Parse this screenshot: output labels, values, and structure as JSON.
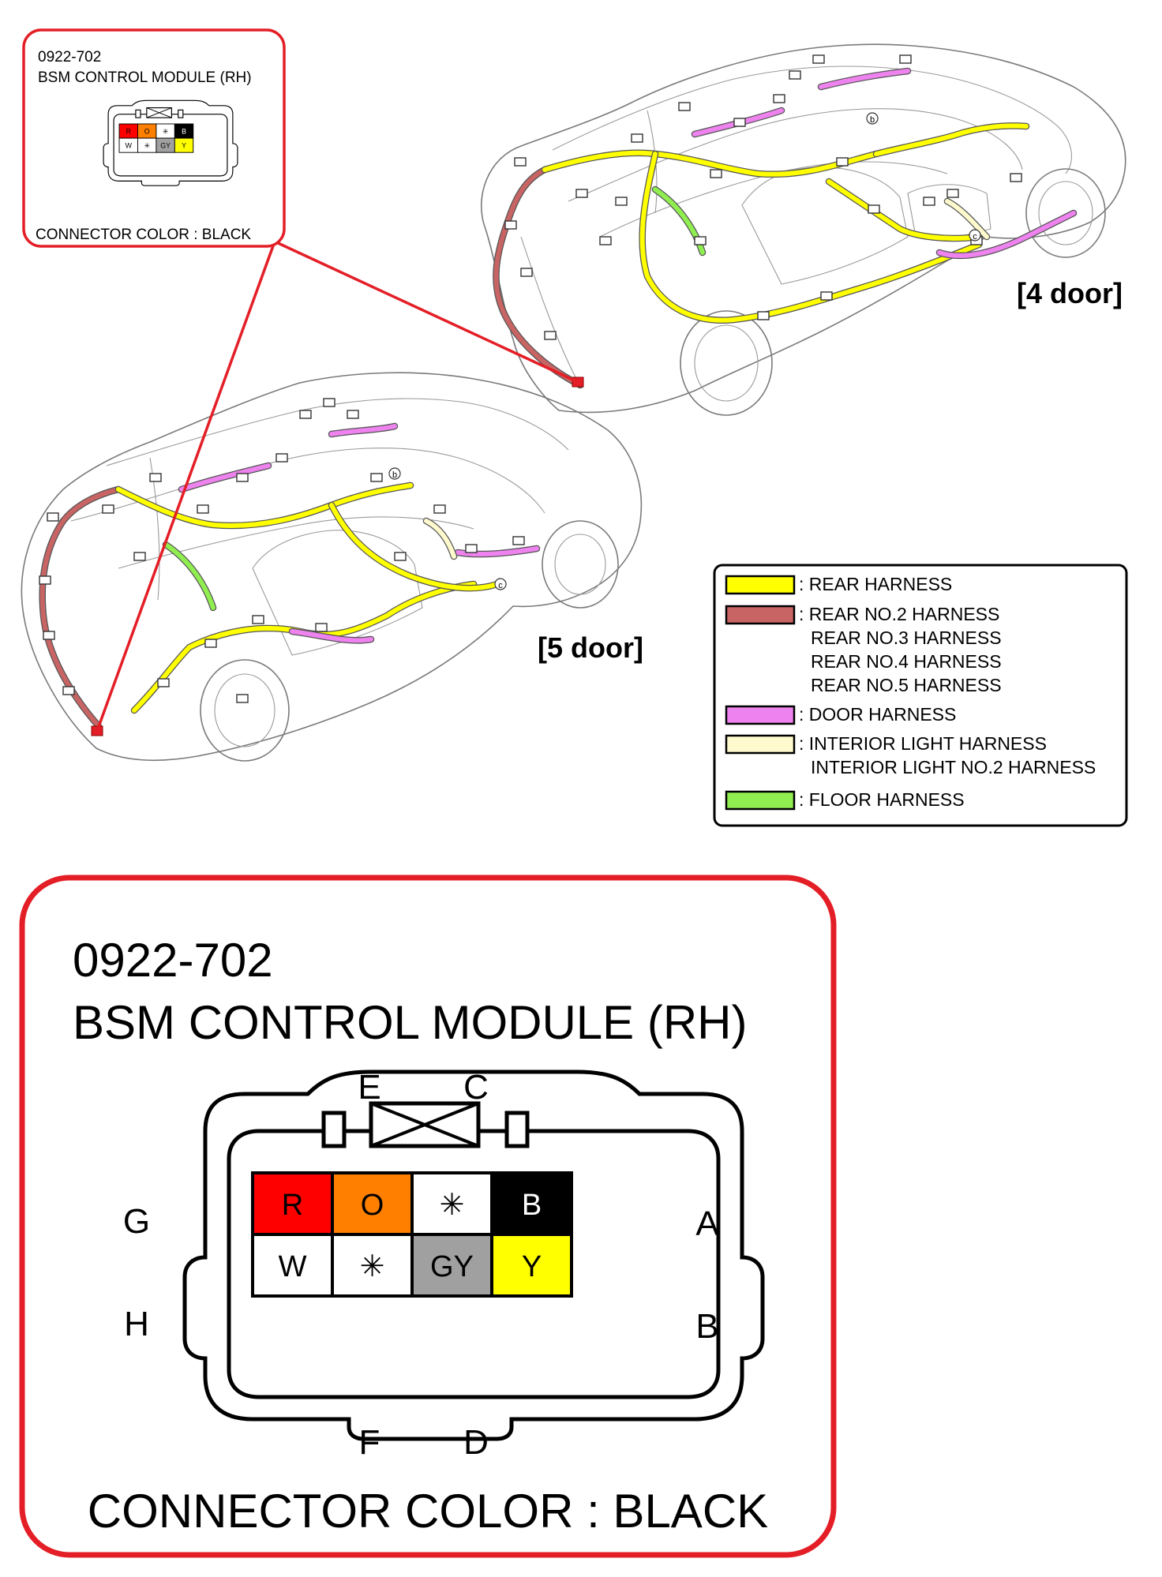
{
  "colors": {
    "callout_border": "#e41e26",
    "rear_harness": "#ffff00",
    "rear_no2_harness": "#c86464",
    "door_harness": "#ee82ee",
    "interior_light_harness": "#fffacd",
    "floor_harness": "#90ee50",
    "pin_red": "#ff0000",
    "pin_orange": "#ff8000",
    "pin_black": "#000000",
    "pin_gray": "#a0a0a0",
    "pin_yellow": "#ffff00",
    "pin_white": "#ffffff"
  },
  "connector": {
    "code": "0922-702",
    "name": "BSM CONTROL MODULE (RH)",
    "color_caption": "CONNECTOR COLOR : BLACK",
    "labels": {
      "top_left": "E",
      "top_right": "C",
      "left_top": "G",
      "left_bottom": "H",
      "right_top": "A",
      "right_bottom": "B",
      "bottom_left": "F",
      "bottom_right": "D"
    },
    "pins_top": [
      {
        "label": "R",
        "fill": "#ff0000"
      },
      {
        "label": "O",
        "fill": "#ff8000"
      },
      {
        "label": "✳",
        "fill": "#ffffff"
      },
      {
        "label": "B",
        "fill": "#000000"
      }
    ],
    "pins_bottom": [
      {
        "label": "W",
        "fill": "#ffffff"
      },
      {
        "label": "✳",
        "fill": "#ffffff"
      },
      {
        "label": "GY",
        "fill": "#a0a0a0"
      },
      {
        "label": "Y",
        "fill": "#ffff00"
      }
    ]
  },
  "views": {
    "four_door": "[4 door]",
    "five_door": "[5 door]",
    "ref_b": "b",
    "ref_c": "c"
  },
  "legend": [
    {
      "swatch": "#ffff00",
      "lines": [
        ": REAR HARNESS"
      ]
    },
    {
      "swatch": "#c86464",
      "lines": [
        ": REAR NO.2 HARNESS",
        "REAR NO.3 HARNESS",
        "REAR NO.4 HARNESS",
        "REAR NO.5 HARNESS"
      ]
    },
    {
      "swatch": "#ee82ee",
      "lines": [
        ": DOOR HARNESS"
      ]
    },
    {
      "swatch": "#fffacd",
      "lines": [
        ": INTERIOR LIGHT HARNESS",
        "INTERIOR LIGHT NO.2 HARNESS"
      ]
    },
    {
      "swatch": "#90ee50",
      "lines": [
        ": FLOOR HARNESS"
      ]
    }
  ]
}
